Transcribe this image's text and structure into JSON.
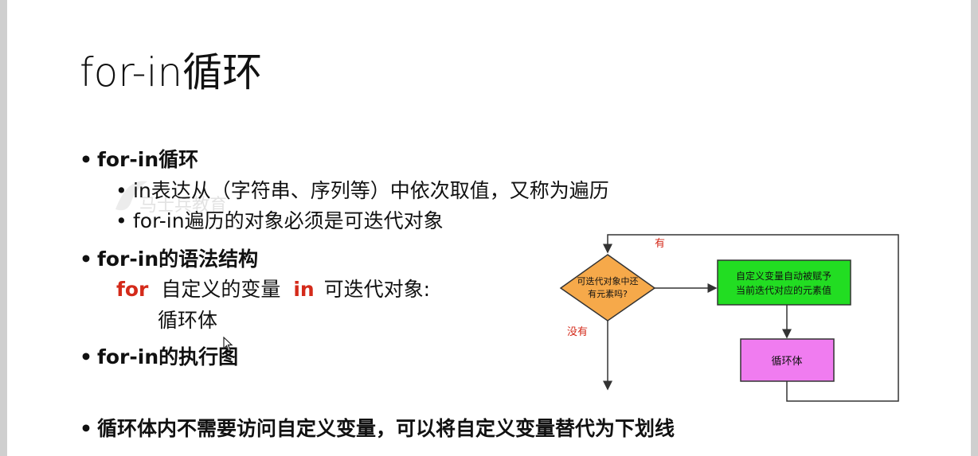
{
  "title": "for-in循环",
  "watermark": "马士兵教育",
  "bullets": {
    "b1": {
      "label": "for-in循环"
    },
    "b1_sub1": "in表达从（字符串、序列等）中依次取值，又称为遍历",
    "b1_sub2": "for-in遍历的对象必须是可迭代对象",
    "b2": {
      "label": "for-in的语法结构"
    },
    "syntax": {
      "kw_for": "for",
      "var": "自定义的变量",
      "kw_in": "in",
      "iter": "可迭代对象:",
      "body": "循环体"
    },
    "b3": {
      "label": "for-in的执行图"
    },
    "b4": {
      "label": "循环体内不需要访问自定义变量，可以将自定义变量替代为下划线"
    }
  },
  "flowchart": {
    "decision_line1": "可迭代对象中还",
    "decision_line2": "有元素吗?",
    "assign_line1": "自定义变量自动被赋予",
    "assign_line2": "当前迭代对应的元素值",
    "loop_body": "循环体",
    "yes_label": "有",
    "no_label": "没有",
    "colors": {
      "decision": "#f6a94a",
      "assign": "#22dd22",
      "loop_body": "#f07cf0",
      "label_red": "#d42a1a"
    }
  },
  "icons": {
    "bullet": "•",
    "cursor": "mouse-pointer-icon"
  }
}
